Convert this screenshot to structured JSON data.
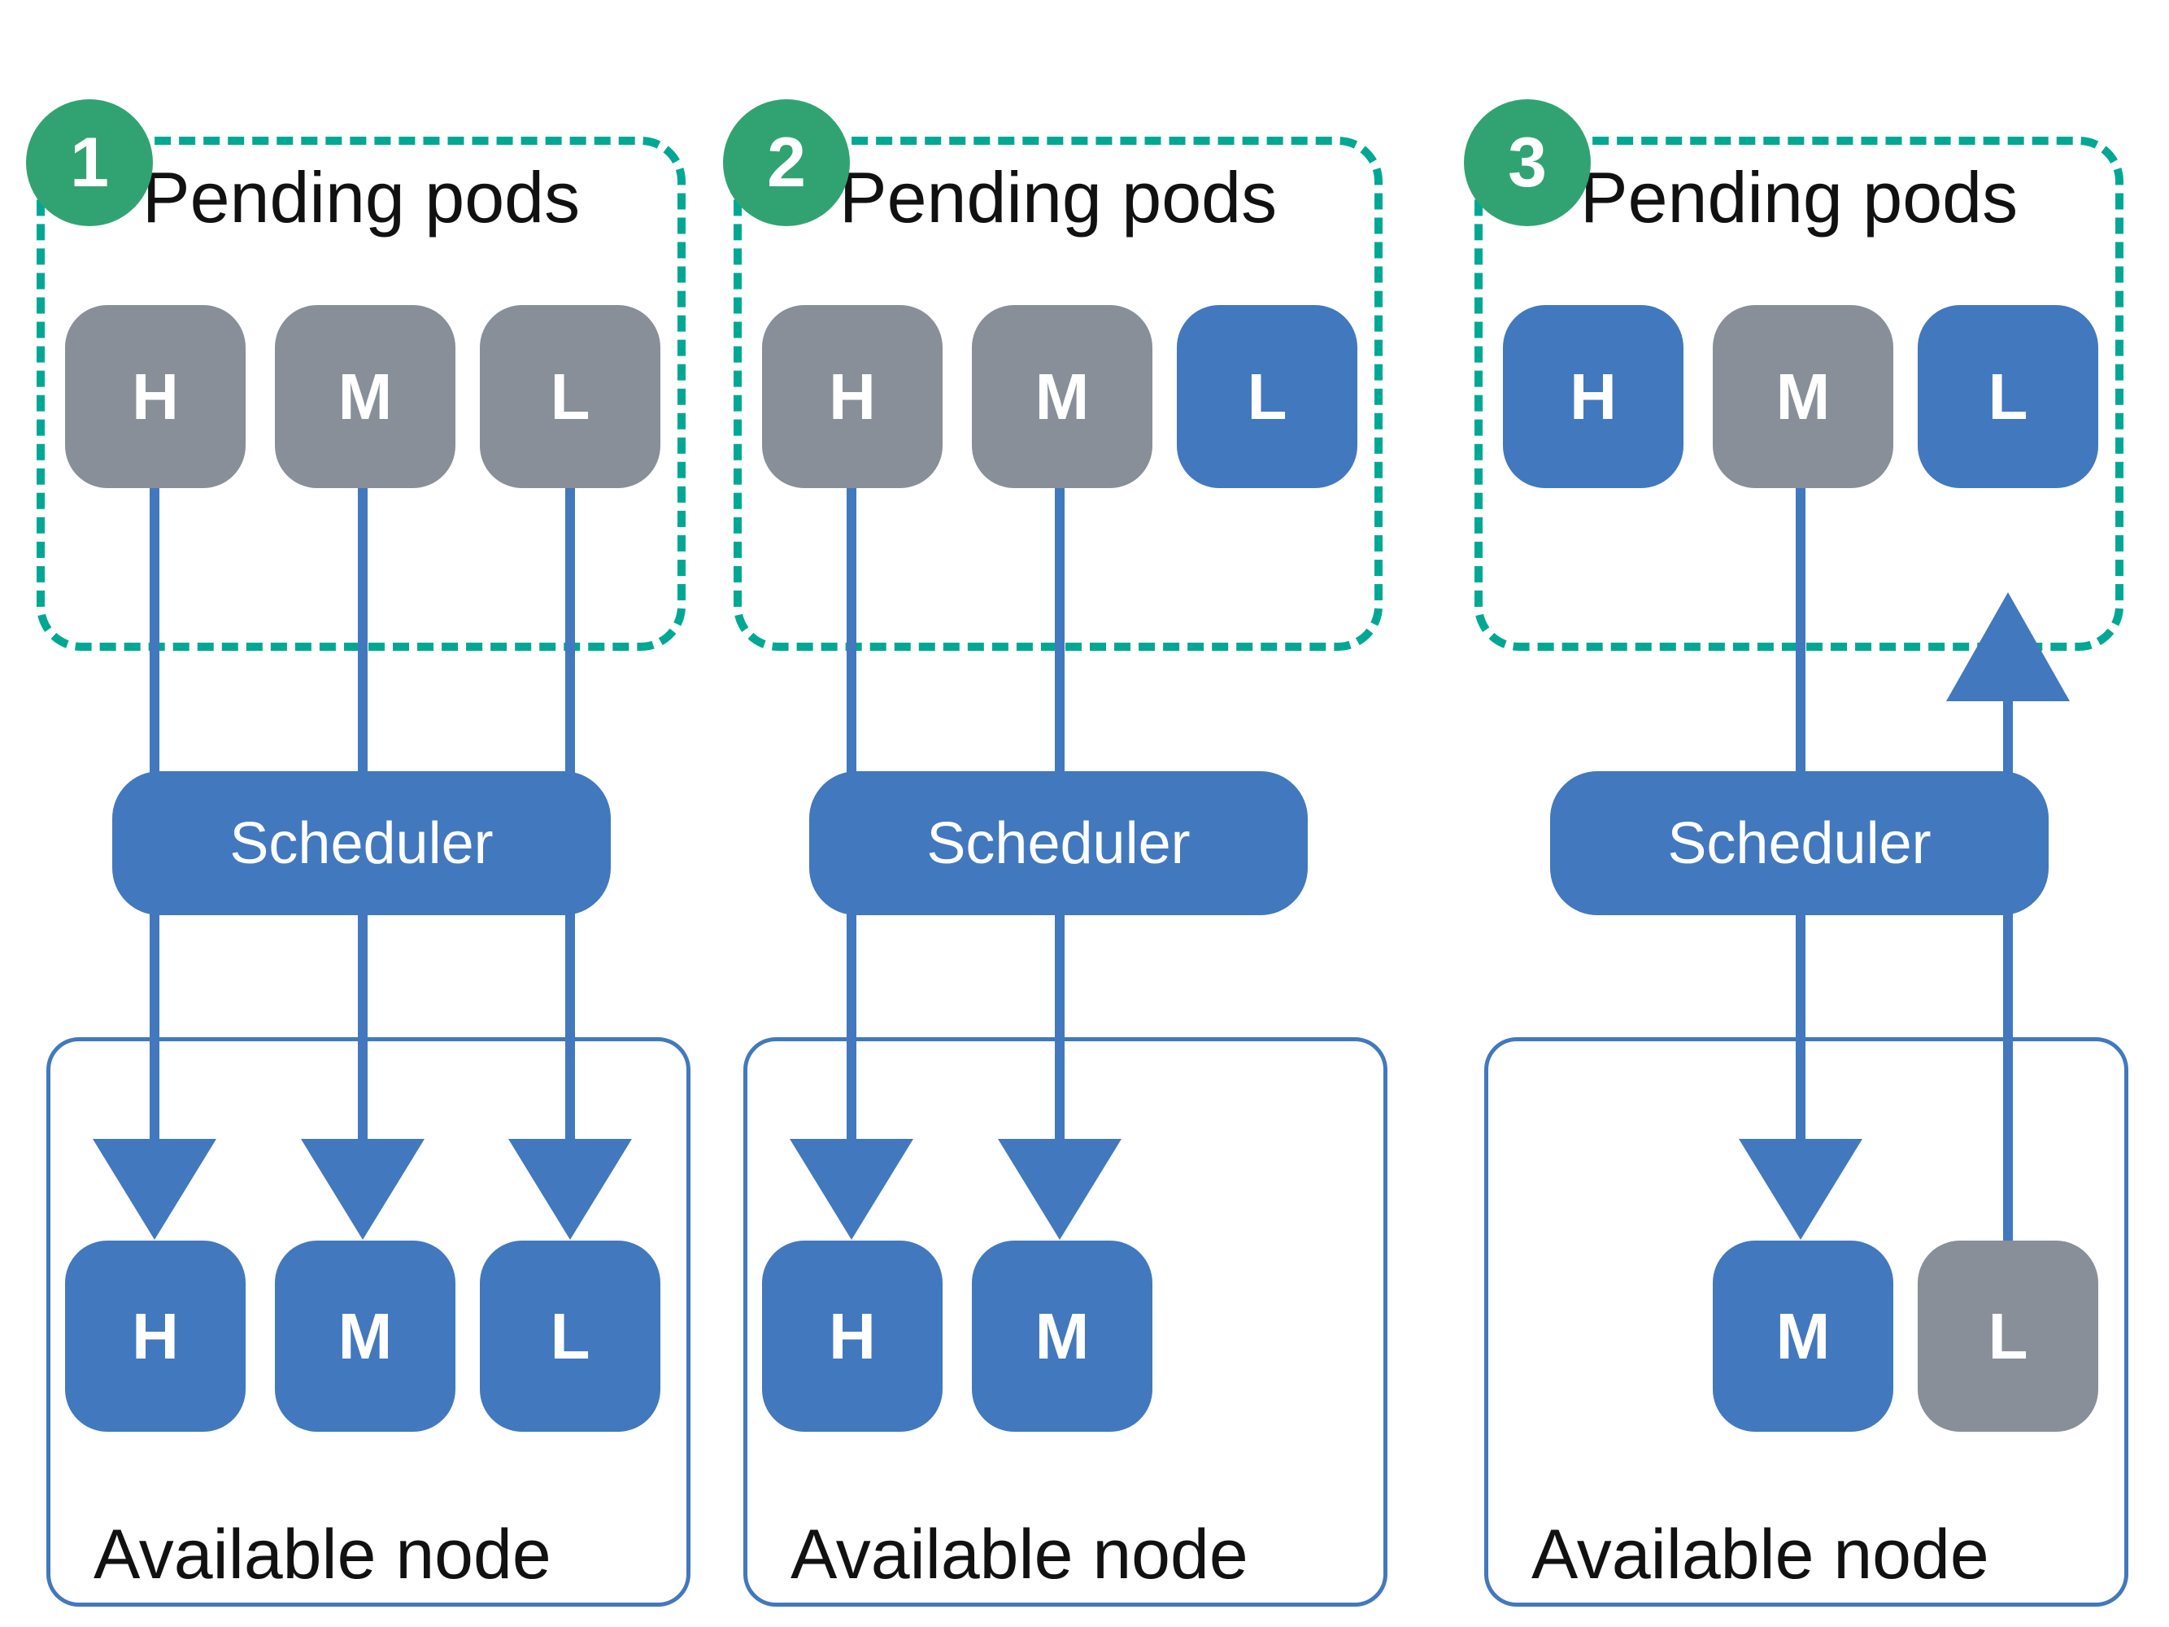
{
  "diagram": {
    "colors": {
      "blue": "#4278BE",
      "gray": "#888F98",
      "green": "#31A373",
      "teal": "#00A894",
      "ink": "#111111",
      "background": "#FFFFFF",
      "pod_text": "#FFFFFF"
    },
    "panels": [
      {
        "number": "1",
        "pending_label": "Pending pods",
        "pending_pods": [
          {
            "label": "H",
            "color": "#888F98"
          },
          {
            "label": "M",
            "color": "#888F98"
          },
          {
            "label": "L",
            "color": "#888F98"
          }
        ],
        "scheduler_label": "Scheduler",
        "node_label": "Available node",
        "node_pods": [
          {
            "label": "H",
            "color": "#4278BE"
          },
          {
            "label": "M",
            "color": "#4278BE"
          },
          {
            "label": "L",
            "color": "#4278BE"
          }
        ]
      },
      {
        "number": "2",
        "pending_label": "Pending pods",
        "pending_pods": [
          {
            "label": "H",
            "color": "#888F98"
          },
          {
            "label": "M",
            "color": "#888F98"
          },
          {
            "label": "L",
            "color": "#4278BE"
          }
        ],
        "scheduler_label": "Scheduler",
        "node_label": "Available node",
        "node_pods": [
          {
            "label": "H",
            "color": "#4278BE"
          },
          {
            "label": "M",
            "color": "#4278BE"
          }
        ]
      },
      {
        "number": "3",
        "pending_label": "Pending pods",
        "pending_pods": [
          {
            "label": "H",
            "color": "#4278BE"
          },
          {
            "label": "M",
            "color": "#888F98"
          },
          {
            "label": "L",
            "color": "#4278BE"
          }
        ],
        "scheduler_label": "Scheduler",
        "node_label": "Available node",
        "node_pods": [
          {
            "label": "M",
            "color": "#4278BE"
          },
          {
            "label": "L",
            "color": "#888F98"
          }
        ]
      }
    ]
  }
}
